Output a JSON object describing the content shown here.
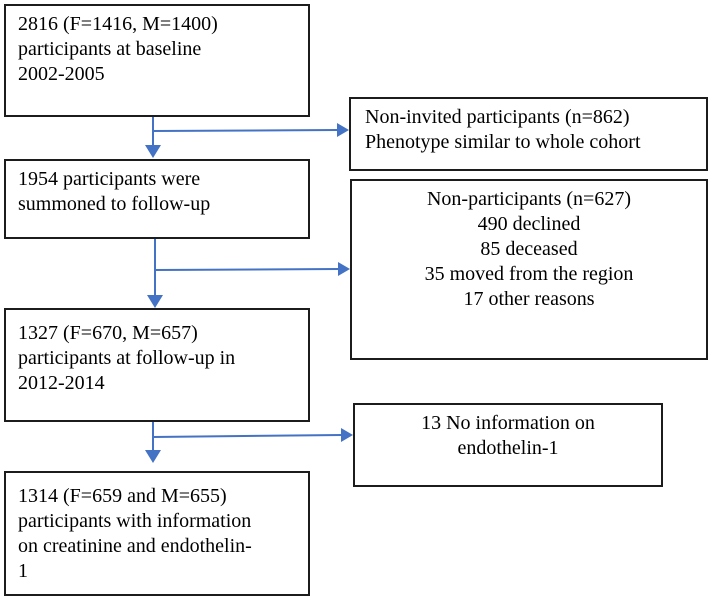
{
  "colors": {
    "arrow_blue": "#4472C4",
    "box_border": "#1c1c1c",
    "text": "#000000",
    "background": "#ffffff"
  },
  "diagram": {
    "baseline_box": {
      "text": "2816 (F=1416, M=1400)\nparticipants at baseline\n2002-2005"
    },
    "non_invited_box": {
      "text": "Non-invited participants (n=862)\nPhenotype similar to whole cohort"
    },
    "summoned_box": {
      "text": "1954 participants were\nsummoned to follow-up"
    },
    "non_participants_box": {
      "text": "Non-participants (n=627)\n490 declined\n85 deceased\n35 moved from the region\n17 other reasons"
    },
    "followup_box": {
      "text": "1327 (F=670, M=657)\nparticipants at follow-up in\n2012-2014"
    },
    "no_endothelin_box": {
      "text": "13 No information on\nendothelin-1"
    },
    "final_box": {
      "text": "1314 (F=659 and M=655)\nparticipants with information\non creatinine and endothelin-\n1"
    }
  }
}
